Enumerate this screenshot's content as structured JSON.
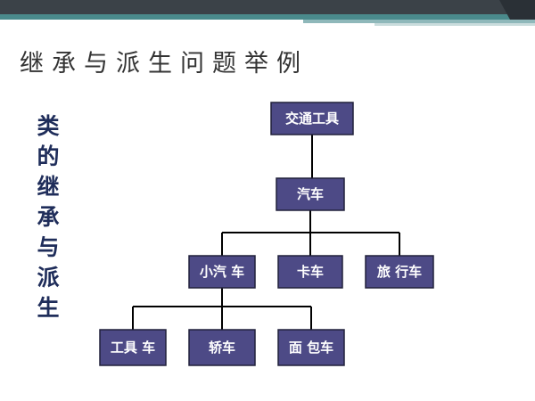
{
  "slide": {
    "title": "继承与派生问题举例",
    "side_title": [
      "类",
      "的",
      "继",
      "承",
      "与",
      "派",
      "生"
    ]
  },
  "colors": {
    "node_fill": "#4d4a86",
    "node_border": "#20203a",
    "connector": "#000000",
    "accent_teal": "#4a8a8c",
    "accent_dark": "#3b4248",
    "side_text": "#1f2d5a"
  },
  "diagram": {
    "nodes": [
      {
        "id": "vehicle",
        "label": "交通工具",
        "parent": null
      },
      {
        "id": "car",
        "label": "汽车",
        "parent": "vehicle"
      },
      {
        "id": "small_car",
        "label": "小汽 车",
        "parent": "car"
      },
      {
        "id": "truck",
        "label": "卡车",
        "parent": "car"
      },
      {
        "id": "travel_car",
        "label": "旅 行车",
        "parent": "car"
      },
      {
        "id": "utility_car",
        "label": "工具 车",
        "parent": "small_car"
      },
      {
        "id": "sedan",
        "label": "轿车",
        "parent": "small_car"
      },
      {
        "id": "minibus",
        "label": "面 包车",
        "parent": "small_car"
      }
    ]
  }
}
